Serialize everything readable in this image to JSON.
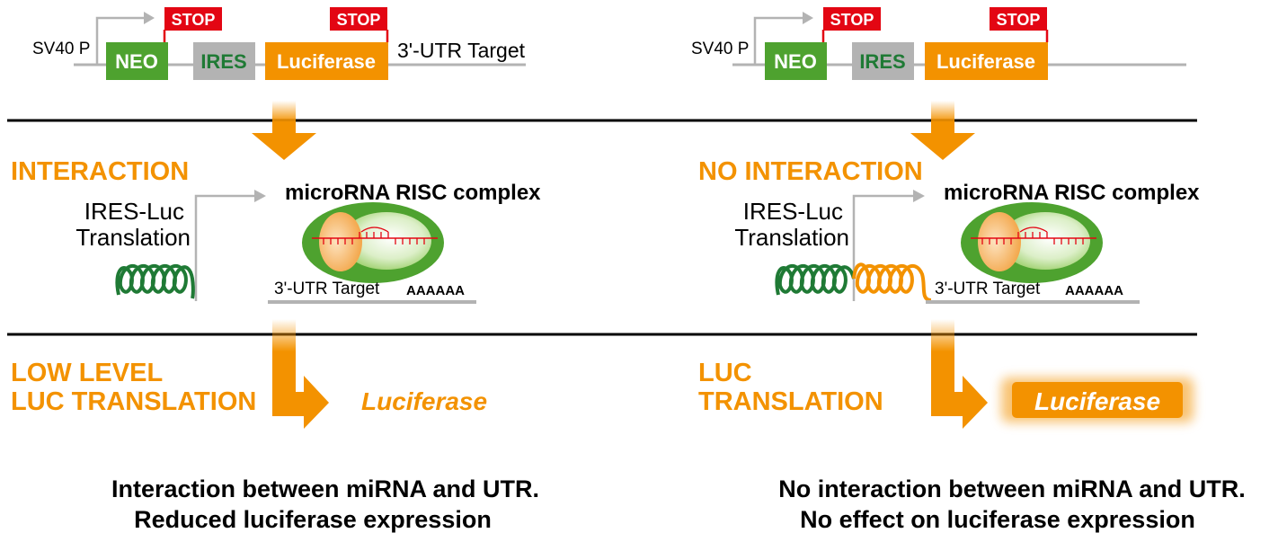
{
  "colors": {
    "orange": "#f39200",
    "green": "#4ea22f",
    "dark_green": "#1f7a35",
    "grey": "#b3b3b3",
    "red": "#e30613",
    "black": "#000000"
  },
  "left": {
    "promoter": "SV40 P",
    "stop1": "STOP",
    "stop2": "STOP",
    "neo": "NEO",
    "ires": "IRES",
    "luc": "Luciferase",
    "utr": "3'-UTR Target",
    "heading": "INTERACTION",
    "transl_line1": "IRES-Luc",
    "transl_line2": "Translation",
    "risc": "microRNA RISC complex",
    "mrna_utr": "3'-UTR Target",
    "polya": "AAAAAA",
    "result_line1": "LOW LEVEL",
    "result_line2": "LUC TRANSLATION",
    "product": "Luciferase",
    "caption_line1": "Interaction between miRNA and UTR.",
    "caption_line2": "Reduced luciferase expression"
  },
  "right": {
    "promoter": "SV40 P",
    "stop1": "STOP",
    "stop2": "STOP",
    "neo": "NEO",
    "ires": "IRES",
    "luc": "Luciferase",
    "heading": "NO INTERACTION",
    "transl_line1": "IRES-Luc",
    "transl_line2": "Translation",
    "risc": "microRNA RISC complex",
    "mrna_utr": "3'-UTR Target",
    "polya": "AAAAAA",
    "result_line1": "LUC",
    "result_line2": "TRANSLATION",
    "product": "Luciferase",
    "caption_line1": "No interaction between miRNA and UTR.",
    "caption_line2": "No effect on luciferase expression"
  }
}
